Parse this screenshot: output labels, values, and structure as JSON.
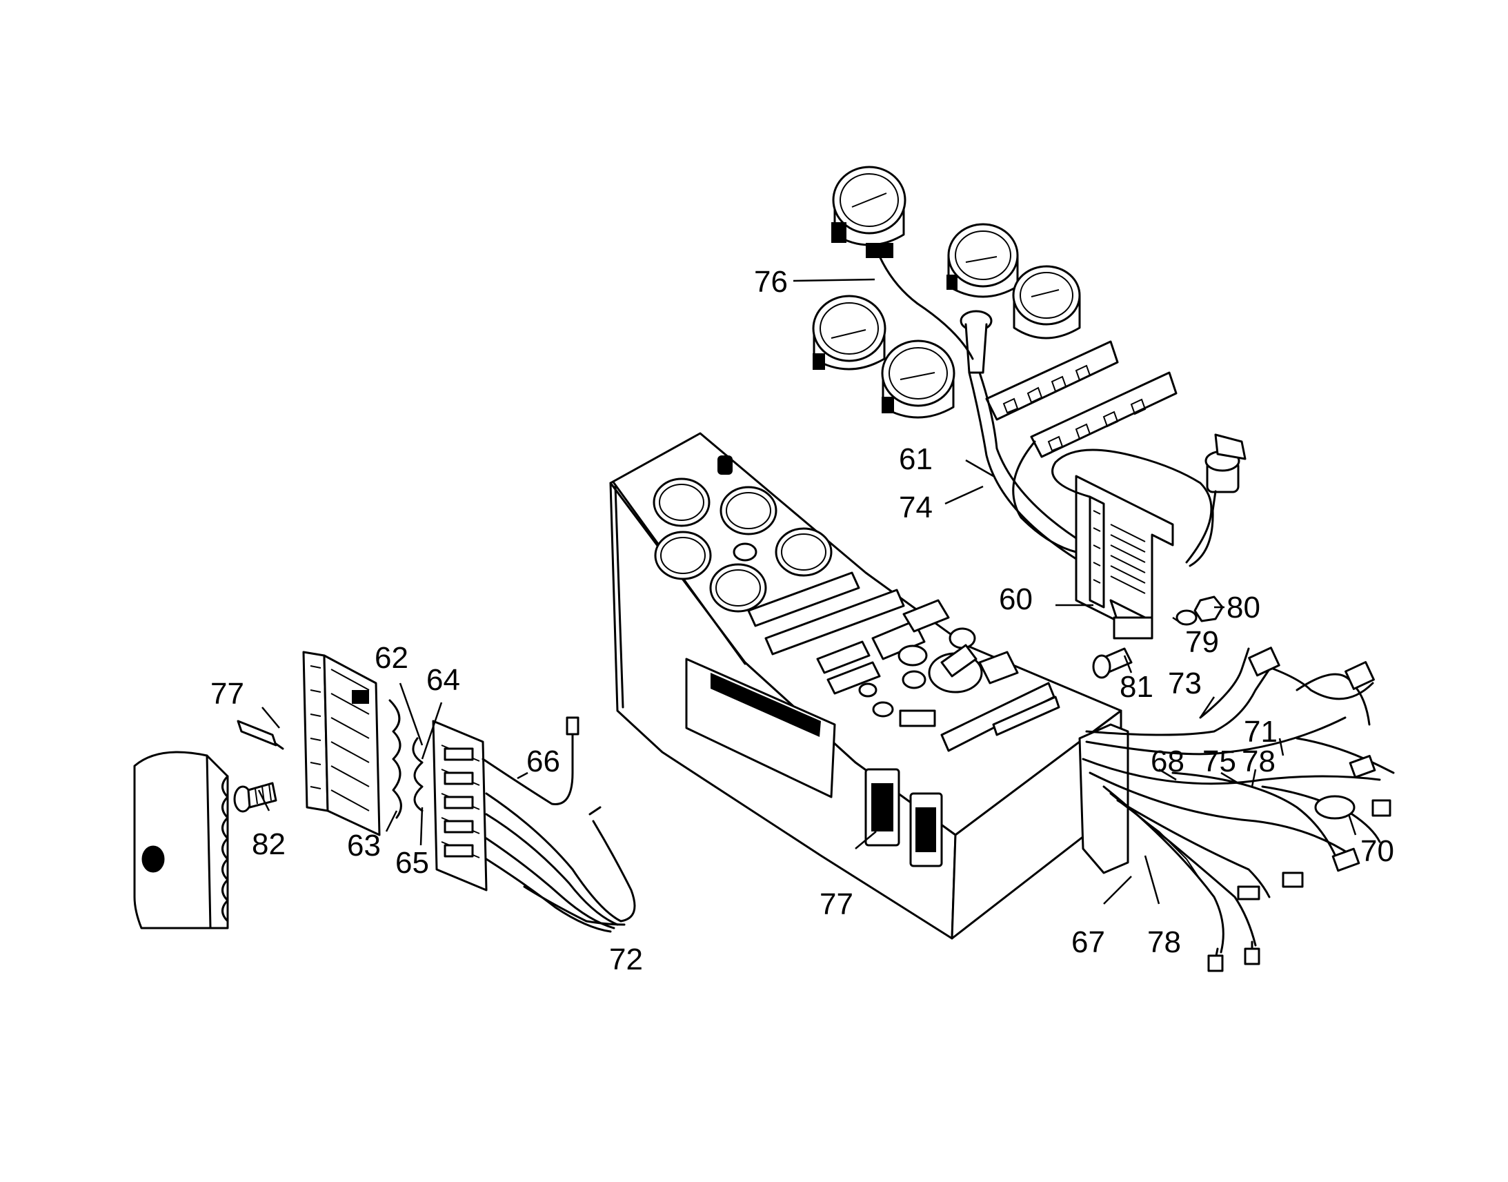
{
  "callouts": [
    {
      "id": "c60",
      "text": "60"
    },
    {
      "id": "c61",
      "text": "61"
    },
    {
      "id": "c62",
      "text": "62"
    },
    {
      "id": "c63",
      "text": "63"
    },
    {
      "id": "c64",
      "text": "64"
    },
    {
      "id": "c65",
      "text": "65"
    },
    {
      "id": "c66",
      "text": "66"
    },
    {
      "id": "c67",
      "text": "67"
    },
    {
      "id": "c68",
      "text": "68"
    },
    {
      "id": "c70",
      "text": "70"
    },
    {
      "id": "c71",
      "text": "71"
    },
    {
      "id": "c72",
      "text": "72"
    },
    {
      "id": "c73",
      "text": "73"
    },
    {
      "id": "c74",
      "text": "74"
    },
    {
      "id": "c75",
      "text": "75"
    },
    {
      "id": "c76",
      "text": "76"
    },
    {
      "id": "c77a",
      "text": "77"
    },
    {
      "id": "c77b",
      "text": "77"
    },
    {
      "id": "c78a",
      "text": "78"
    },
    {
      "id": "c78b",
      "text": "78"
    },
    {
      "id": "c79",
      "text": "79"
    },
    {
      "id": "c80",
      "text": "80"
    },
    {
      "id": "c81",
      "text": "81"
    },
    {
      "id": "c82",
      "text": "82"
    }
  ]
}
